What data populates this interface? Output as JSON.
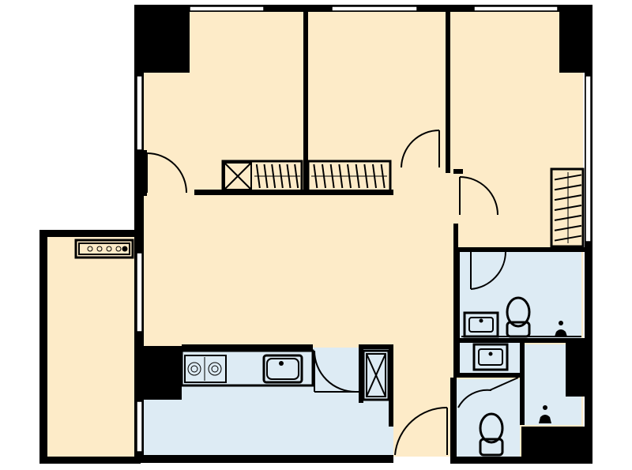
{
  "colors": {
    "living_fill": "#FDEBC8",
    "wet_fill": "#DDEBF4",
    "wall": "#000000",
    "background": "#FFFFFF"
  },
  "rooms": [
    {
      "id": "bedroom-left",
      "kind": "bedroom"
    },
    {
      "id": "bedroom-middle",
      "kind": "bedroom"
    },
    {
      "id": "bedroom-right",
      "kind": "bedroom"
    },
    {
      "id": "living-dining",
      "kind": "living"
    },
    {
      "id": "balcony",
      "kind": "balcony"
    },
    {
      "id": "kitchen",
      "kind": "kitchen"
    },
    {
      "id": "bathroom",
      "kind": "wet"
    },
    {
      "id": "washroom",
      "kind": "wet"
    },
    {
      "id": "shower",
      "kind": "wet"
    }
  ],
  "fixtures": [
    {
      "id": "wardrobe-left",
      "icon": "wardrobe-icon"
    },
    {
      "id": "wardrobe-middle",
      "icon": "wardrobe-icon"
    },
    {
      "id": "wardrobe-right",
      "icon": "wardrobe-icon"
    },
    {
      "id": "cooktop",
      "icon": "stove-icon"
    },
    {
      "id": "kitchen-sink",
      "icon": "sink-icon"
    },
    {
      "id": "fridge",
      "icon": "fridge-icon"
    },
    {
      "id": "toilet-upper",
      "icon": "toilet-icon"
    },
    {
      "id": "toilet-lower",
      "icon": "toilet-icon"
    },
    {
      "id": "basin-upper",
      "icon": "basin-icon"
    },
    {
      "id": "basin-lower",
      "icon": "basin-icon"
    },
    {
      "id": "shower-upper",
      "icon": "shower-icon"
    },
    {
      "id": "shower-lower",
      "icon": "shower-icon"
    },
    {
      "id": "balcony-unit",
      "icon": "outdoor-unit-icon"
    }
  ]
}
